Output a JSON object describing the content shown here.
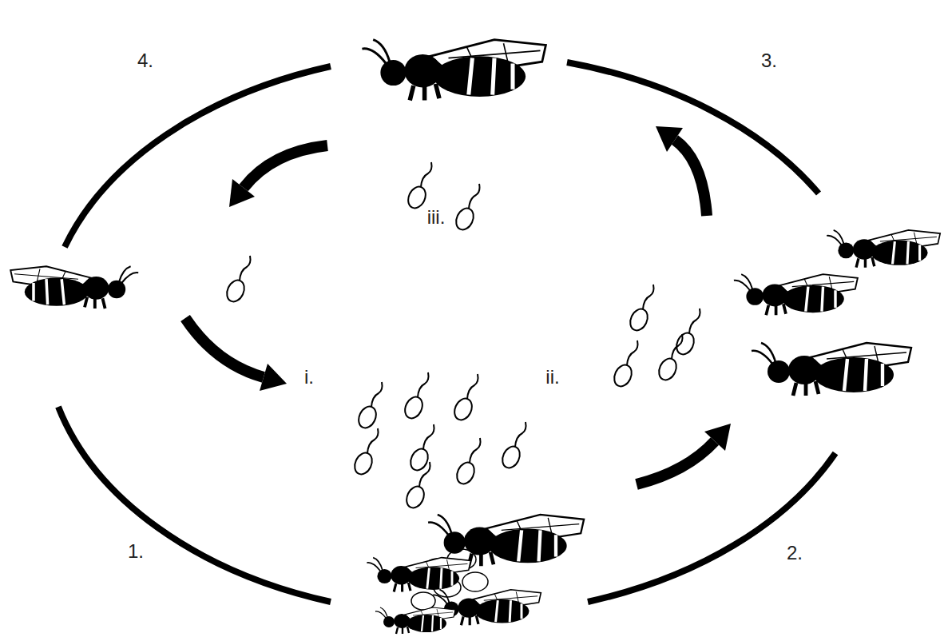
{
  "diagram": {
    "labels": [
      "4.",
      "3.",
      "iii.",
      "i.",
      "ii.",
      "1.",
      "2."
    ]
  }
}
